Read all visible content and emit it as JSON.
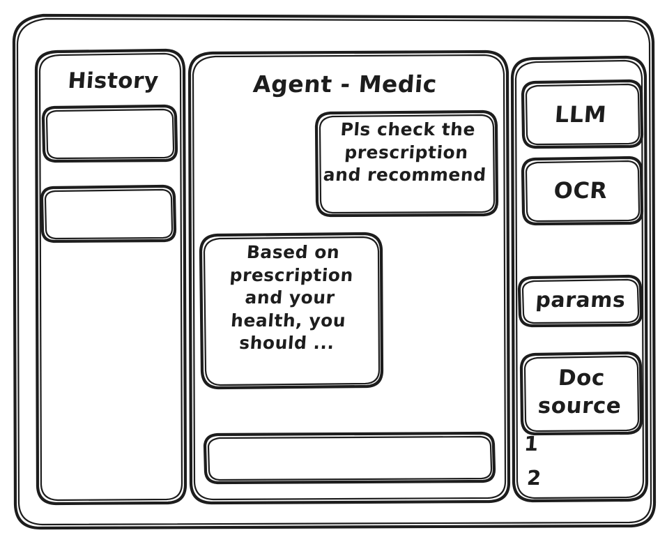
{
  "meta": {
    "style": "hand-drawn wireframe sketch",
    "stroke_color": "#1d1d1d",
    "background_color": "#ffffff"
  },
  "window": {
    "frame_label": "app-window-frame"
  },
  "sidebar": {
    "title": "History",
    "items": [
      {
        "label": "",
        "name": "history-item-1"
      },
      {
        "label": "",
        "name": "history-item-2"
      }
    ]
  },
  "main": {
    "title": "Agent - Medic",
    "messages": [
      {
        "role": "user",
        "text": "Pls check the\nprescription\nand recommend"
      },
      {
        "role": "assistant",
        "text": "Based on\nprescription\nand your\nhealth, you\nshould ..."
      }
    ],
    "composer": {
      "value": "",
      "placeholder": ""
    }
  },
  "tools_panel": {
    "buttons": [
      {
        "label": "LLM",
        "name": "llm-button"
      },
      {
        "label": "OCR",
        "name": "ocr-button"
      },
      {
        "label": "params",
        "name": "params-button"
      }
    ],
    "doc_source": {
      "label": "Doc\nsource",
      "sources": [
        {
          "index": "1"
        },
        {
          "index": "2"
        }
      ]
    }
  }
}
